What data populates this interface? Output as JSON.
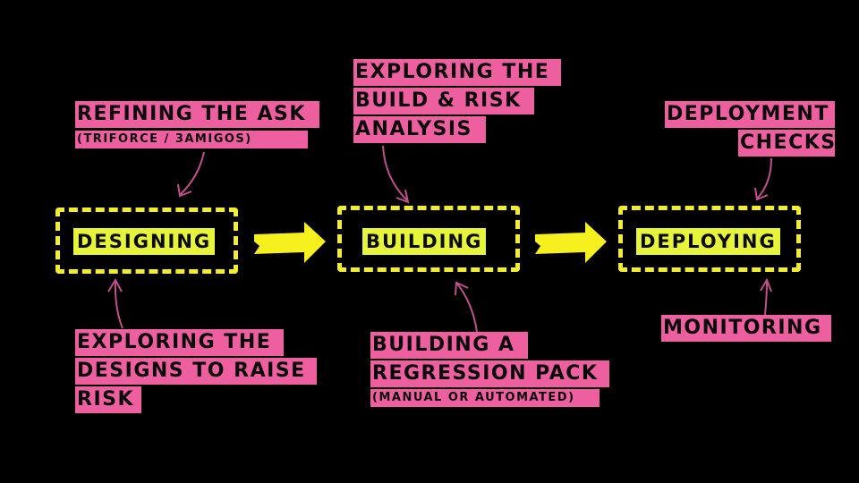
{
  "colors": {
    "background": "#000000",
    "label_bg": "#ee5fa0",
    "phase_bg": "#e6f53a",
    "box_dash": "#f2ee2e",
    "arrow_fill": "#f5f01e",
    "connector": "#c0508a"
  },
  "phases": [
    {
      "label": "Designing"
    },
    {
      "label": "Building"
    },
    {
      "label": "Deploying"
    }
  ],
  "annotations": {
    "refining": {
      "lines": [
        "Refining the Ask"
      ],
      "sub": "(Triforce / 3Amigos)"
    },
    "exploring_designs": {
      "lines": [
        "Exploring the",
        "designs to raise",
        "risk"
      ]
    },
    "exploring_build": {
      "lines": [
        "Exploring the",
        "build & risk",
        "analysis"
      ]
    },
    "regression": {
      "lines": [
        "Building a",
        "regression pack"
      ],
      "sub": "(manual or automated)"
    },
    "deployment_checks": {
      "lines": [
        "Deployment",
        "checks"
      ]
    },
    "monitoring": {
      "lines": [
        "Monitoring"
      ]
    }
  },
  "icons": {
    "flow_arrow": "right-arrow-icon",
    "connector": "curved-arrow-icon"
  }
}
